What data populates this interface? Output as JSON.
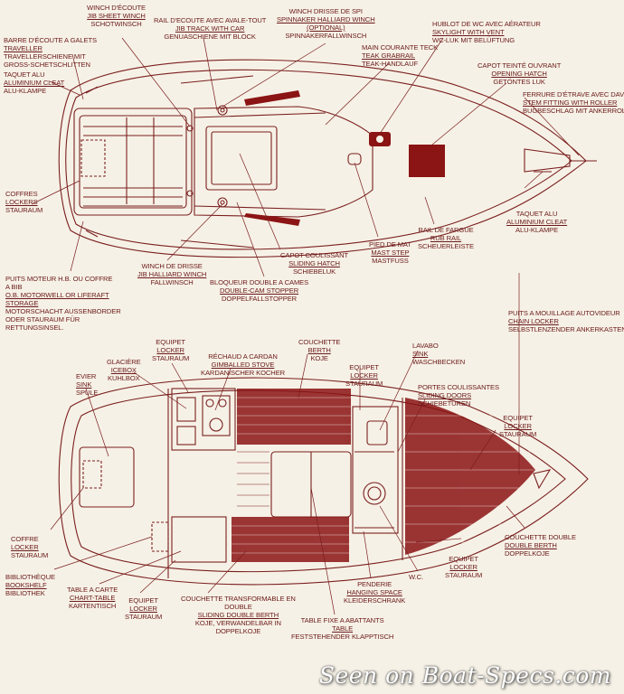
{
  "colors": {
    "ink": "#7a1f1f",
    "fill": "#8b1414",
    "paper": "#f6f1e6"
  },
  "deck": {
    "winch_ecoute": [
      "WINCH D'ÉCOUTE",
      "JIB SHEET WINCH",
      "SCHOTWINSCH"
    ],
    "rail_ecoute": [
      "RAIL D'ECOUTE AVEC AVALE-TOUT",
      "JIB TRACK WITH CAR",
      "GENUASCHIENE MIT BLOCK"
    ],
    "winch_drisse_spi": [
      "WINCH DRISSE DE SPI",
      "SPINNAKER HALLIARD WINCH",
      "(OPTIONAL)",
      "SPINNAKERFALLWINSCH"
    ],
    "hublot": [
      "HUBLOT DE WC AVEC AÉRATEUR",
      "SKYLIGHT WITH VENT",
      "WC-LUK MIT BELÜFTUNG"
    ],
    "main_courante": [
      "MAIN COURANTE TECK",
      "TEAK GRABRAIL",
      "TEAK-HANDLAUF"
    ],
    "capot_teinte": [
      "CAPOT TEINTÉ OUVRANT",
      "OPENING HATCH",
      "GETÖNTES LUK"
    ],
    "ferrure": [
      "FERRURE D'ÉTRAVE AVEC DAVIER",
      "STEM FITTING WITH ROLLER",
      "BUGBESCHLAG MIT ANKERROLLE"
    ],
    "barre_ecoute": [
      "BARRE D'ÉCOUTE A GALETS",
      "TRAVELLER",
      "TRAVELLERSCHIENE MIT",
      "GROSS-SCHETSCHLITTEN"
    ],
    "taquet_aft": [
      "TAQUET ALU",
      "ALUMINIUM CLEAT",
      "ALU-KLAMPE"
    ],
    "coffres": [
      "COFFRES",
      "LOCKERS",
      "STAURAUM"
    ],
    "taquet_fwd": [
      "TAQUET ALU",
      "ALUMINIUM CLEAT",
      "ALU-KLAMPE"
    ],
    "rail_fargue": [
      "RAIL DE FARGUE",
      "RUB RAIL",
      "SCHEUERLEISTE"
    ],
    "pied_mat": [
      "PIED DE MAT",
      "MAST STEP",
      "MASTFUSS"
    ],
    "capot_coulissant": [
      "CAPOT COULISSANT",
      "SLIDING HATCH",
      "SCHIEBELUK"
    ],
    "winch_drisse": [
      "WINCH DE DRISSE",
      "JIB HALLIARD WINCH",
      "FALLWINSCH"
    ],
    "bloqueur": [
      "BLOQUEUR DOUBLE A CAMES",
      "DOUBLE-CAM STOPPER",
      "DOPPELFALLSTOPPER"
    ],
    "puits_moteur": [
      "PUITS MOTEUR H.B. OU COFFRE",
      "A BIB",
      "O.B. MOTORWELL OR LIFERAFT",
      "STORAGE",
      "MOTORSCHACHT AUSSENBORDER",
      "ODER STAURAUM FÜR",
      "RETTUNGSINSEL."
    ],
    "puits_mouillage": [
      "PUITS A MOUILLAGE AUTOVIDEUR",
      "CHAIN LOCKER",
      "SELBSTLENZENDER ANKERKASTEN"
    ]
  },
  "interior": {
    "equipet_1": [
      "EQUIPET",
      "LOCKER",
      "STAURAUM"
    ],
    "glaciere": [
      "GLACIÈRE",
      "ICEBOX",
      "KUHLBOX"
    ],
    "rechaud": [
      "RÉCHAUD A CARDAN",
      "GIMBALLED STOVE",
      "KARDANISCHER KOCHER"
    ],
    "couchette": [
      "COUCHETTE",
      "BERTH",
      "KOJE"
    ],
    "equipet_2": [
      "EQUIPET",
      "LOCKER",
      "STAURAUM"
    ],
    "lavabo": [
      "LAVABO",
      "SINK",
      "WASCHBECKEN"
    ],
    "evier": [
      "EVIER",
      "SINK",
      "SPULE"
    ],
    "portes": [
      "PORTES COULISSANTES",
      "SLIDING DOORS",
      "SCHIEBETUREN"
    ],
    "equipet_3": [
      "EQUIPET",
      "LOCKER",
      "STAURAUM"
    ],
    "coffre": [
      "COFFRE",
      "LOCKER",
      "STAURAUM"
    ],
    "couchette_double": [
      "COUCHETTE DOUBLE",
      "DOUBLE BERTH",
      "DOPPELKOJE"
    ],
    "equipet_4": [
      "EQUIPET",
      "LOCKER",
      "STAURAUM"
    ],
    "bibliotheque": [
      "BIBLIOTHÈQUE",
      "BOOKSHELF",
      "BIBLIOTHEK"
    ],
    "table_carte": [
      "TABLE A CARTE",
      "CHART-TABLE",
      "KARTENTISCH"
    ],
    "equipet_5": [
      "EQUIPET",
      "LOCKER",
      "STAURAUM"
    ],
    "couchette_transf": [
      "COUCHETTE TRANSFORMABLE EN",
      "DOUBLE",
      "SLIDING DOUBLE BERTH",
      "KOJE, VERWANDELBAR IN",
      "DOPPELKOJE"
    ],
    "penderie": [
      "PENDERIE",
      "HANGING SPACE",
      "KLEIDERSCHRANK"
    ],
    "wc": [
      "W.C."
    ],
    "table_fixe": [
      "TABLE FIXE A ABATTANTS",
      "TABLE",
      "FESTSTEHENDER KLAPPTISCH"
    ]
  },
  "watermark": "Seen on Boat-Specs.com"
}
